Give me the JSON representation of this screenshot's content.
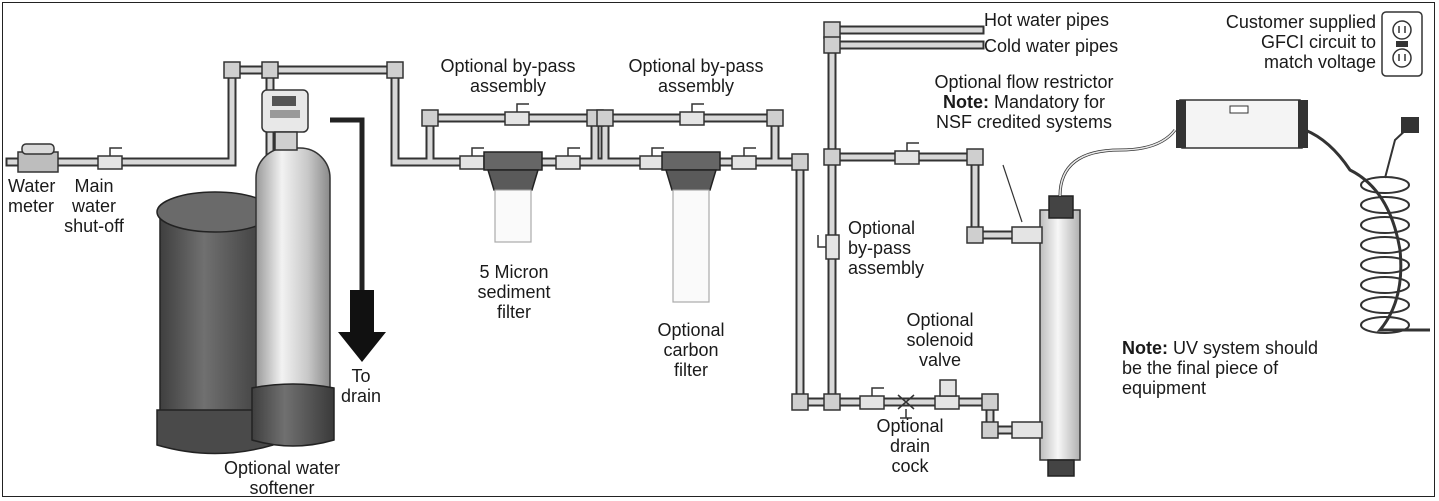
{
  "labels": {
    "water_meter": [
      "Water",
      "meter"
    ],
    "main_shutoff": [
      "Main",
      "water",
      "shut-off"
    ],
    "water_softener": [
      "Optional water",
      "softener"
    ],
    "to_drain": [
      "To",
      "drain"
    ],
    "bypass_1": [
      "Optional by-pass",
      "assembly"
    ],
    "bypass_2": [
      "Optional by-pass",
      "assembly"
    ],
    "sediment_filter": [
      "5 Micron",
      "sediment",
      "filter"
    ],
    "carbon_filter": [
      "Optional",
      "carbon",
      "filter"
    ],
    "hot_pipes": "Hot water pipes",
    "cold_pipes": "Cold water pipes",
    "flow_restrictor": {
      "line1": "Optional flow restrictor",
      "note_bold": "Note:",
      "note_rest": " Mandatory for",
      "line3": "NSF credited systems"
    },
    "bypass_3": [
      "Optional",
      "by-pass",
      "assembly"
    ],
    "solenoid_valve": [
      "Optional",
      "solenoid",
      "valve"
    ],
    "drain_cock": [
      "Optional",
      "drain",
      "cock"
    ],
    "gfci": [
      "Customer supplied",
      "GFCI circuit to",
      "match voltage"
    ],
    "uv_note": {
      "bold": "Note:",
      "rest": " UV system should",
      "line2": "be the final piece of",
      "line3": "equipment"
    }
  },
  "colors": {
    "pipe": "#d6d6d6",
    "outline": "#333333",
    "softener_tank": "#5e5e5e",
    "filter_housing": "#7a7a7a",
    "uv_body": "#e6e6e6"
  }
}
